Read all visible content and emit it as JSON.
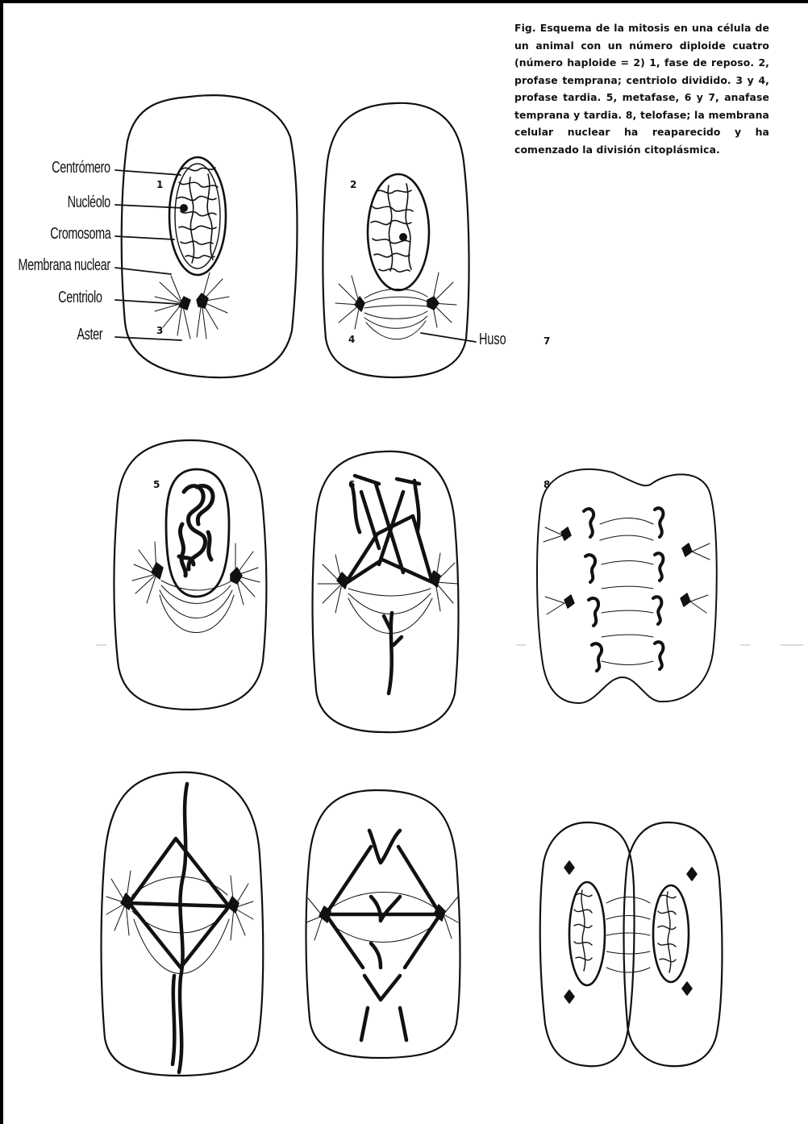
{
  "caption": "Fig.   Esquema de la mitosis en una célula de un animal con un número diploide cuatro (número haploide = 2) 1, fase de reposo.  2, profase temprana; centriolo dividido.   3 y 4, profase tardia. 5, metafase, 6 y 7, anafase temprana y tardia.   8, telofase; la membrana celular nuclear ha reaparecido y ha comenzado la división citoplásmica.",
  "labels": {
    "centromero": "Centrómero",
    "nucleolo": "Nucléolo",
    "cromosoma": "Cromosoma",
    "membrana": "Membrana nuclear",
    "centriolo": "Centriolo",
    "aster": "Aster",
    "huso": "Huso"
  },
  "stage_numbers": [
    "1",
    "2",
    "3",
    "4",
    "5",
    "6",
    "7",
    "8"
  ]
}
